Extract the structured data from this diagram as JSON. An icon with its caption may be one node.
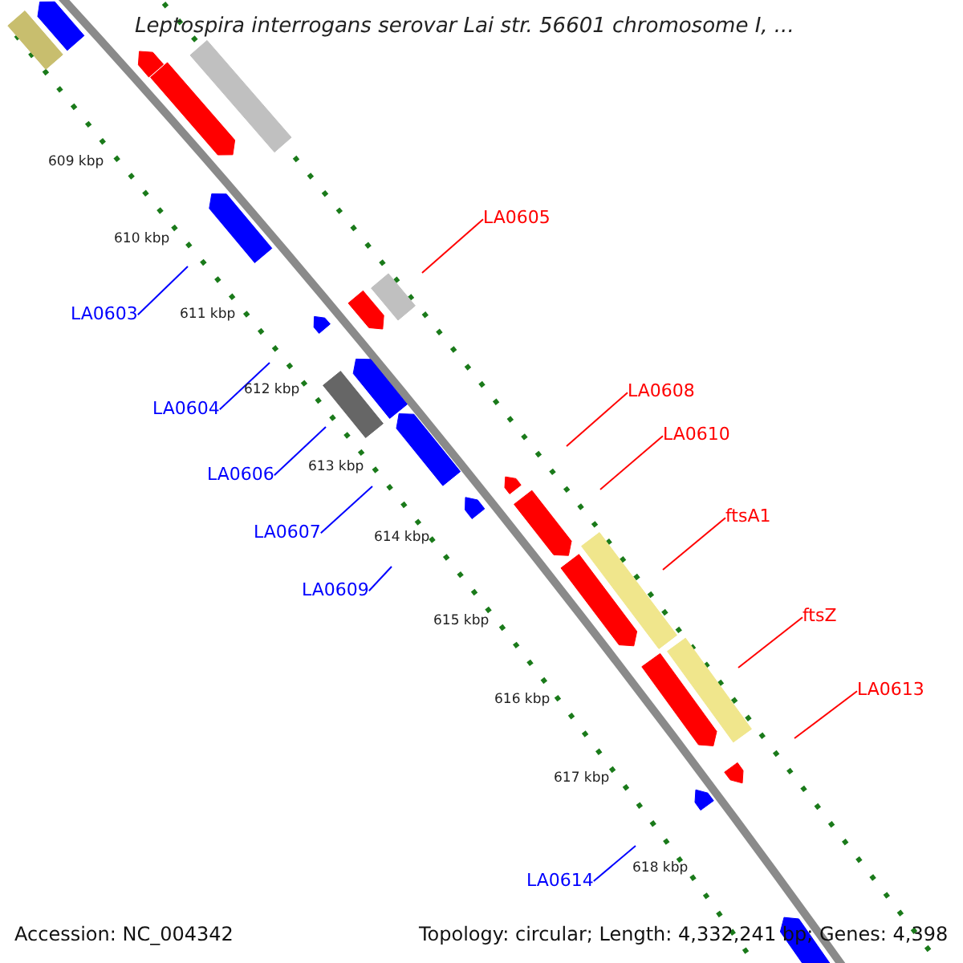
{
  "diagram": {
    "title": "Leptospira interrogans serovar Lai str. 56601 chromosome I, ...",
    "nodes": [
      {
        "text": [
          "LA0605"
        ]
      },
      {
        "text": [
          "LA0603"
        ]
      },
      {
        "text": [
          "LA0608"
        ]
      },
      {
        "text": [
          "LA0604"
        ]
      },
      {
        "text": [
          "LA0610"
        ]
      },
      {
        "text": [
          "LA0606"
        ]
      },
      {
        "text": [
          "ftsA1"
        ]
      },
      {
        "text": [
          "LA0607"
        ]
      },
      {
        "text": [
          "LA0609"
        ]
      },
      {
        "text": [
          "ftsZ"
        ]
      },
      {
        "text": [
          "LA0613"
        ]
      },
      {
        "text": [
          "LA0614"
        ]
      }
    ],
    "edges": [
      {
        "from": 0,
        "to": null,
        "arrow": "none",
        "color": "#ff0000"
      },
      {
        "from": 1,
        "to": null,
        "arrow": "none",
        "color": "#0000ff"
      },
      {
        "from": 2,
        "to": null,
        "arrow": "none",
        "color": "#ff0000"
      },
      {
        "from": 3,
        "to": null,
        "arrow": "none",
        "color": "#0000ff"
      },
      {
        "from": 4,
        "to": null,
        "arrow": "none",
        "color": "#ff0000"
      },
      {
        "from": 5,
        "to": null,
        "arrow": "none",
        "color": "#0000ff"
      },
      {
        "from": 6,
        "to": null,
        "arrow": "none",
        "color": "#ff0000"
      },
      {
        "from": 7,
        "to": null,
        "arrow": "none",
        "color": "#0000ff"
      },
      {
        "from": 8,
        "to": null,
        "arrow": "none",
        "color": "#0000ff"
      },
      {
        "from": 9,
        "to": null,
        "arrow": "none",
        "color": "#ff0000"
      },
      {
        "from": 10,
        "to": null,
        "arrow": "none",
        "color": "#ff0000"
      },
      {
        "from": 11,
        "to": null,
        "arrow": "none",
        "color": "#0000ff"
      }
    ],
    "labels": [
      "609 kbp",
      "610 kbp",
      "611 kbp",
      "612 kbp",
      "613 kbp",
      "614 kbp",
      "615 kbp",
      "616 kbp",
      "617 kbp",
      "618 kbp",
      "Accession: NC_004342",
      "Topology: circular; Length: 4,332,241 bp; Genes: 4,398"
    ]
  }
}
